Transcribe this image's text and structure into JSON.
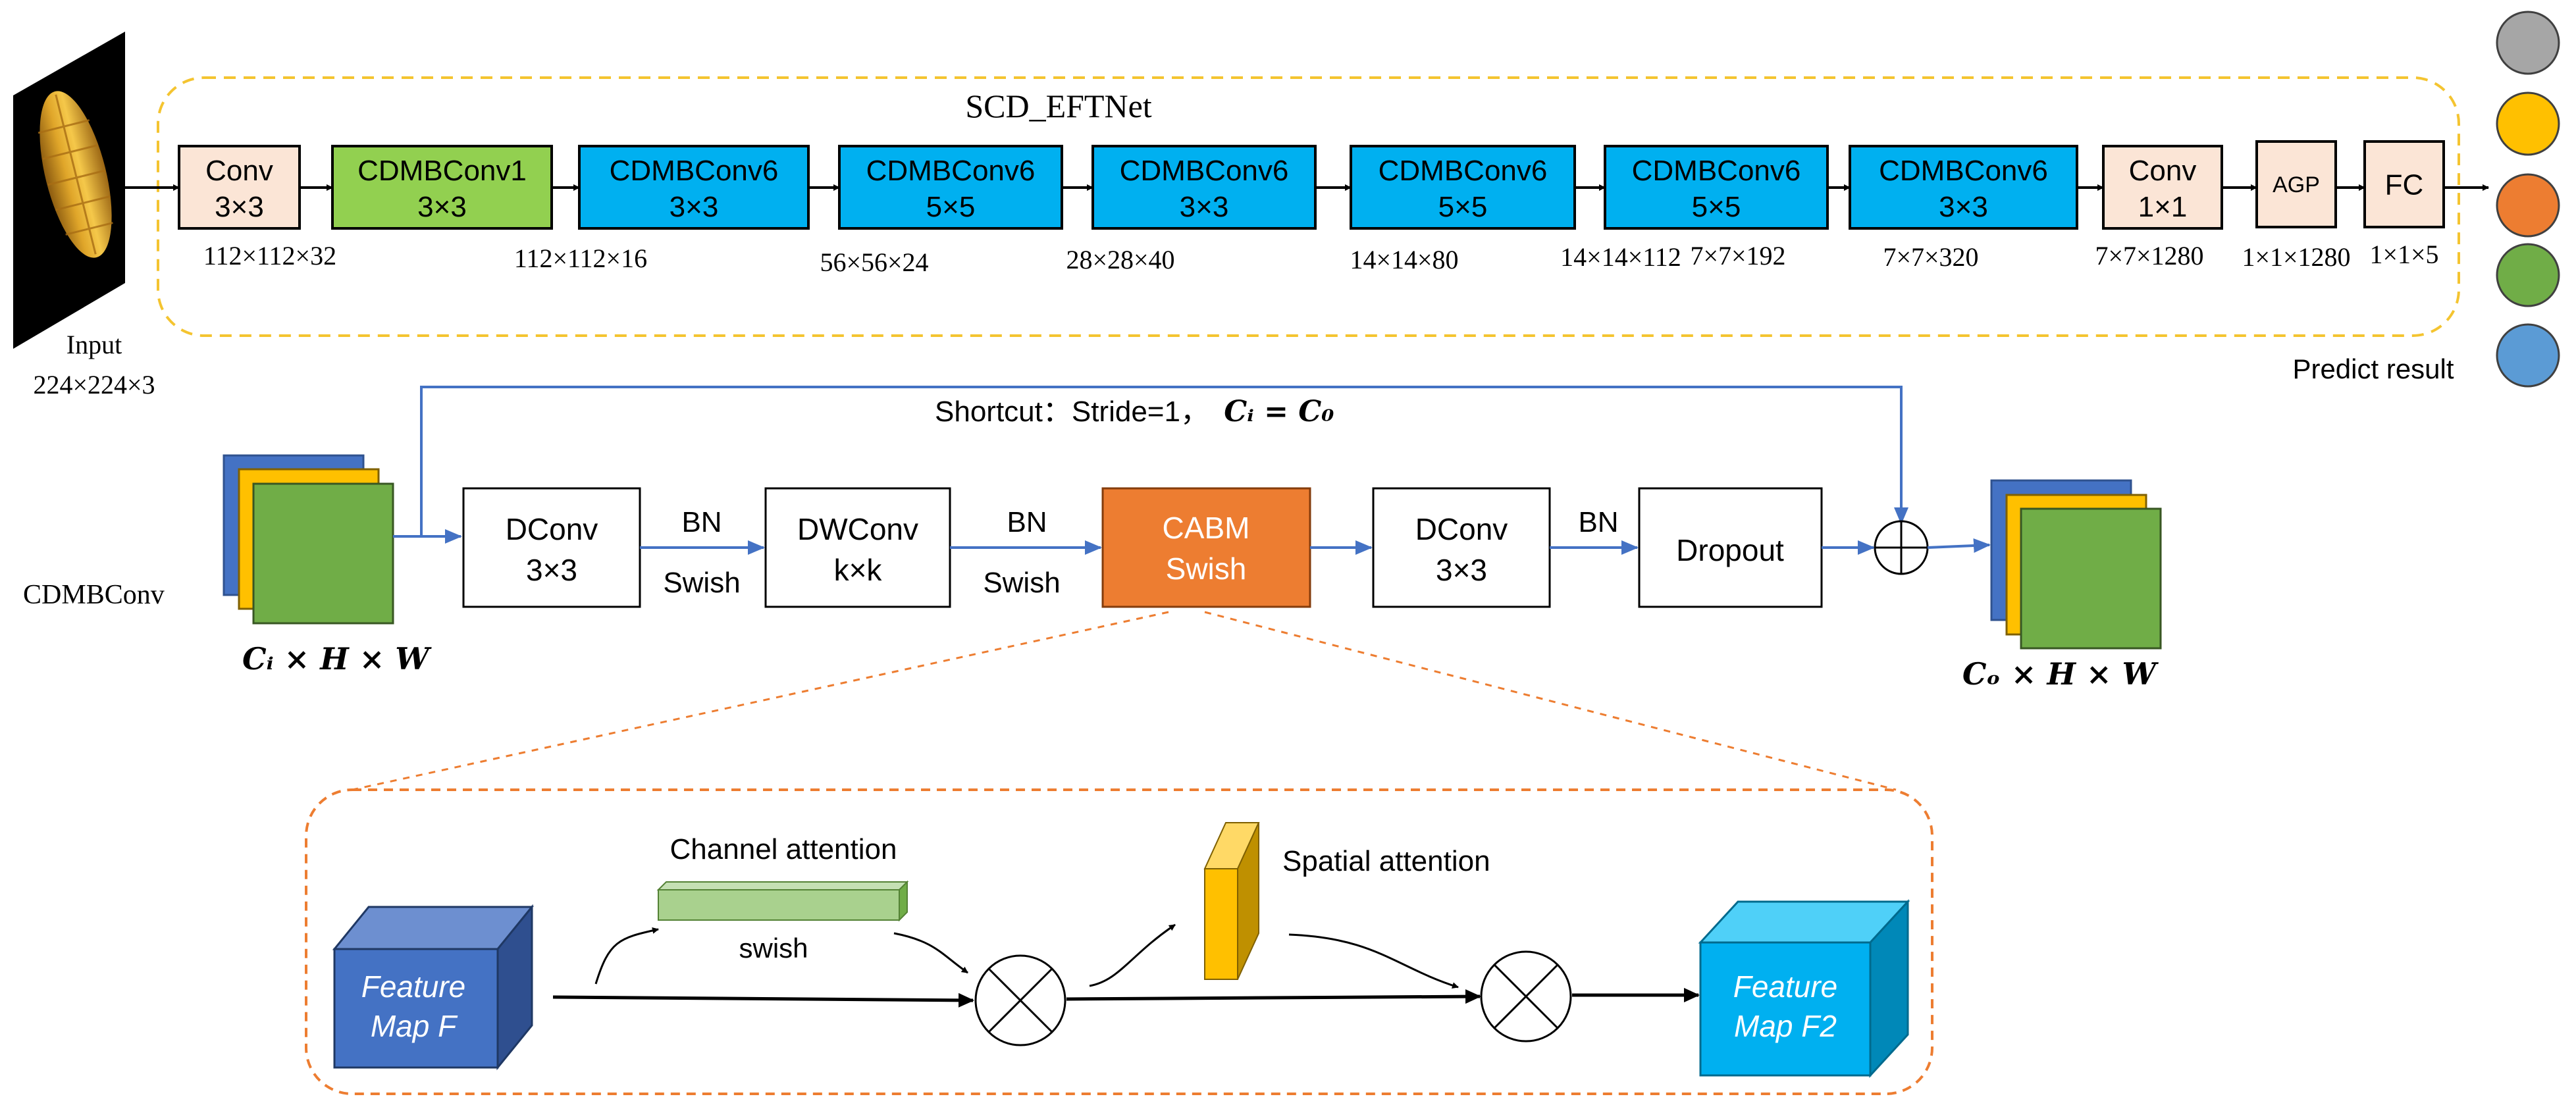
{
  "title": "SCD_EFTNet",
  "input": {
    "label": "Input",
    "dims": "224×224×3"
  },
  "pipeline": [
    {
      "line1": "Conv",
      "line2": "3×3",
      "dims": "112×112×32",
      "kind": "conv"
    },
    {
      "line1": "CDMBConv1",
      "line2": "3×3",
      "dims": "112×112×16",
      "kind": "mb1"
    },
    {
      "line1": "CDMBConv6",
      "line2": "3×3",
      "dims": "56×56×24",
      "kind": "mb6"
    },
    {
      "line1": "CDMBConv6",
      "line2": "5×5",
      "dims": "28×28×40",
      "kind": "mb6"
    },
    {
      "line1": "CDMBConv6",
      "line2": "3×3",
      "dims": "14×14×80",
      "kind": "mb6"
    },
    {
      "line1": "CDMBConv6",
      "line2": "5×5",
      "dims": "14×14×112",
      "kind": "mb6"
    },
    {
      "line1": "CDMBConv6",
      "line2": "5×5",
      "dims": "7×7×192",
      "kind": "mb6"
    },
    {
      "line1": "CDMBConv6",
      "line2": "3×3",
      "dims": "7×7×320",
      "kind": "mb6"
    },
    {
      "line1": "Conv",
      "line2": "1×1",
      "dims": "7×7×1280",
      "kind": "conv"
    },
    {
      "line1": "AGP",
      "line2": "",
      "dims": "1×1×1280",
      "kind": "conv"
    },
    {
      "line1": "FC",
      "line2": "",
      "dims": "1×1×5",
      "kind": "conv"
    }
  ],
  "predict_label": "Predict result",
  "predict_colors": [
    "#a6a6a6",
    "#ffc000",
    "#ed7d31",
    "#70ad47",
    "#5b9bd5"
  ],
  "block": {
    "name": "CDMBConv",
    "shortcut_prefix": "Shortcut：Stride=1，",
    "shortcut_math": "Cᵢ = C₀",
    "in_label": "Cᵢ × H × W",
    "out_label": "Cₒ × H × W",
    "dconv1": {
      "line1": "DConv",
      "line2": "3×3"
    },
    "bn1": "BN",
    "swish1": "Swish",
    "dwconv": {
      "line1": "DWConv",
      "line2": "k×k"
    },
    "bn2": "BN",
    "swish2": "Swish",
    "cabm": {
      "line1": "CABM",
      "line2": "Swish"
    },
    "dconv2": {
      "line1": "DConv",
      "line2": "3×3"
    },
    "bn3": "BN",
    "dropout": "Dropout"
  },
  "attention": {
    "feature_in": {
      "line1": "Feature",
      "line2": "Map F"
    },
    "channel_label": "Channel attention",
    "swish": "swish",
    "spatial_label": "Spatial attention",
    "feature_out": {
      "line1": "Feature",
      "line2": "Map F2"
    }
  },
  "colors": {
    "conv_fill": "#fbe5d6",
    "mb1_fill": "#92d050",
    "mb6_fill": "#00b0f0",
    "orange": "#ed7d31",
    "yellow_dash": "#f4c430",
    "blue_line": "#4472c4",
    "stack_blue": "#4472c4",
    "stack_yellow": "#ffc000",
    "stack_green": "#70ad47"
  }
}
